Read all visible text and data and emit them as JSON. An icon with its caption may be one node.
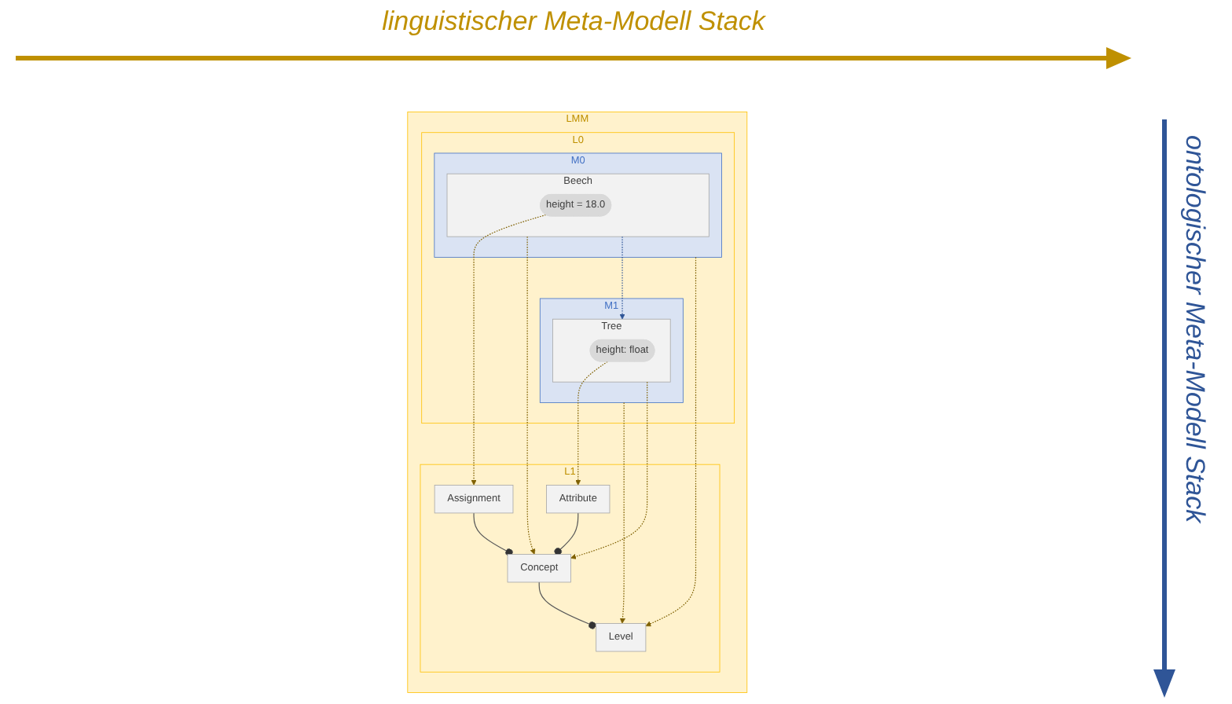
{
  "diagram": {
    "nodes": [
      {
        "text": [
          "LMM"
        ]
      },
      {
        "text": [
          "L1"
        ],
        "in": 0
      },
      {
        "text": [
          "Level"
        ],
        "in": 1
      },
      {
        "text": [
          "Attribute"
        ],
        "in": 1
      },
      {
        "text": [
          "Concept"
        ],
        "in": 1
      },
      {
        "text": [
          "Assignment"
        ],
        "in": 1
      },
      {
        "text": [
          "L0"
        ],
        "in": 0
      },
      {
        "text": [
          "M1"
        ],
        "in": 6
      },
      {
        "text": [
          "Tree"
        ],
        "in": 7
      },
      {
        "text": [
          "height: float"
        ],
        "in": 8
      },
      {
        "text": [
          "M0"
        ],
        "in": 6
      },
      {
        "text": [
          "Beech"
        ],
        "in": 10
      },
      {
        "text": [
          "height = 18.0"
        ],
        "in": 11
      }
    ],
    "edges": [
      {
        "from": 3,
        "to": 4,
        "arrow": "other",
        "color": "#595959"
      },
      {
        "from": 4,
        "to": 2,
        "arrow": "other",
        "color": "#595959"
      },
      {
        "from": 5,
        "to": 4,
        "arrow": "other",
        "color": "#595959"
      },
      {
        "from": 7,
        "to": 2,
        "arrow": "to",
        "style": "dashed"
      },
      {
        "from": 9,
        "to": 3,
        "arrow": "to",
        "style": "dashed"
      },
      {
        "from": 8,
        "to": 4,
        "arrow": "to",
        "style": "dashed"
      },
      {
        "from": 11,
        "to": 4,
        "arrow": "to",
        "style": "dashed"
      },
      {
        "from": 12,
        "to": 5,
        "arrow": "to",
        "style": "dashed"
      },
      {
        "from": 11,
        "to": 8,
        "arrow": "to",
        "style": "dashed",
        "color": "#2f5597"
      },
      {
        "from": 10,
        "to": 2,
        "arrow": "to",
        "style": "dashed"
      }
    ],
    "labels": [
      "linguistischer Meta-Modell Stack",
      "ontologischer Meta-Modell Stack"
    ]
  }
}
